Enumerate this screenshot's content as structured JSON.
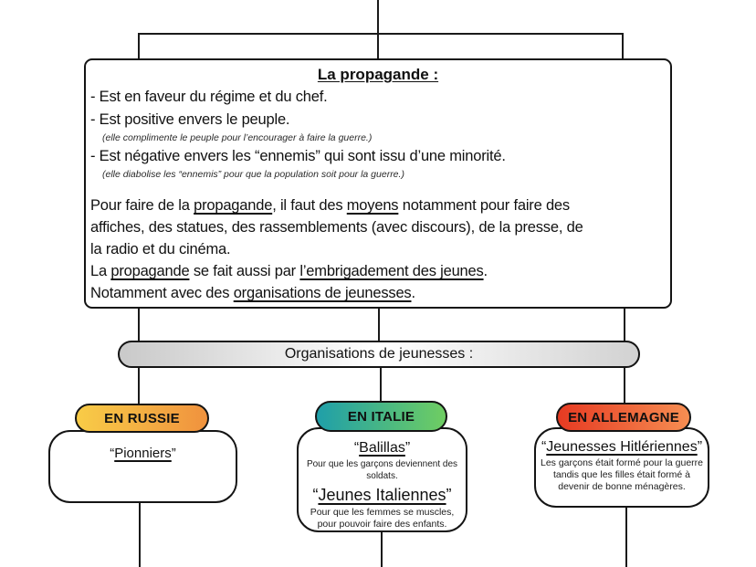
{
  "diagram": {
    "main_box": {
      "title": "La propagande :",
      "bullet1": "- Est en faveur du régime et du chef.",
      "bullet2": "- Est positive envers le peuple.",
      "note1": "(elle complimente le peuple pour l’encourager à faire la guerre.)",
      "bullet3": "- Est négative envers les “ennemis” qui sont issu d’une minorité.",
      "note2": "(elle diabolise les “ennemis” pour que la population soit pour la guerre.)",
      "para_line1": [
        "Pour faire de la ",
        {
          "t": "propagande",
          "u": true
        },
        ", il faut des ",
        {
          "t": "moyens",
          "u": true
        },
        " notamment pour faire des"
      ],
      "para_line2": "affiches, des statues, des rassemblements (avec discours), de la presse, de",
      "para_line3": "la radio et du cinéma.",
      "line_embrigadement": [
        "La ",
        {
          "t": "propagande",
          "u": true
        },
        " se fait aussi par ",
        {
          "t": "l’embrigadement des jeunes",
          "u": true
        },
        "."
      ],
      "line_organisations": [
        "Notamment avec des ",
        {
          "t": "organisations de jeunesses",
          "u": true
        },
        "."
      ]
    },
    "org_pill": {
      "label": "Organisations de jeunesses :",
      "gradient": [
        "#c9c9c9",
        "#ffffff",
        "#d2d2d2"
      ]
    },
    "countries": {
      "russia": {
        "tag": "EN RUSSIE",
        "gradient": [
          "#F8CC47",
          "#F0923E"
        ],
        "name": [
          "“",
          {
            "t": "Pionniers",
            "u": true
          },
          "”"
        ]
      },
      "italy": {
        "tag": "EN ITALIE",
        "gradient": [
          "#1F9FA9",
          "#6FCD62"
        ],
        "name1": [
          "“",
          {
            "t": "Balillas",
            "u": true
          },
          "”"
        ],
        "desc1": "Pour que les garçons deviennent des soldats.",
        "name2": [
          "“",
          {
            "t": "Jeunes Italiennes",
            "u": true
          },
          "”"
        ],
        "desc2": "Pour que les femmes se muscles, pour pouvoir faire des enfants."
      },
      "germany": {
        "tag": "EN ALLEMAGNE",
        "gradient": [
          "#E63A22",
          "#F68E52"
        ],
        "name": [
          "“",
          {
            "t": "Jeunesses Hitlériennes",
            "u": true
          },
          "”"
        ],
        "desc": "Les garçons était formé pour la guerre tandis que les filles était formé à devenir de bonne ménagères."
      }
    }
  }
}
